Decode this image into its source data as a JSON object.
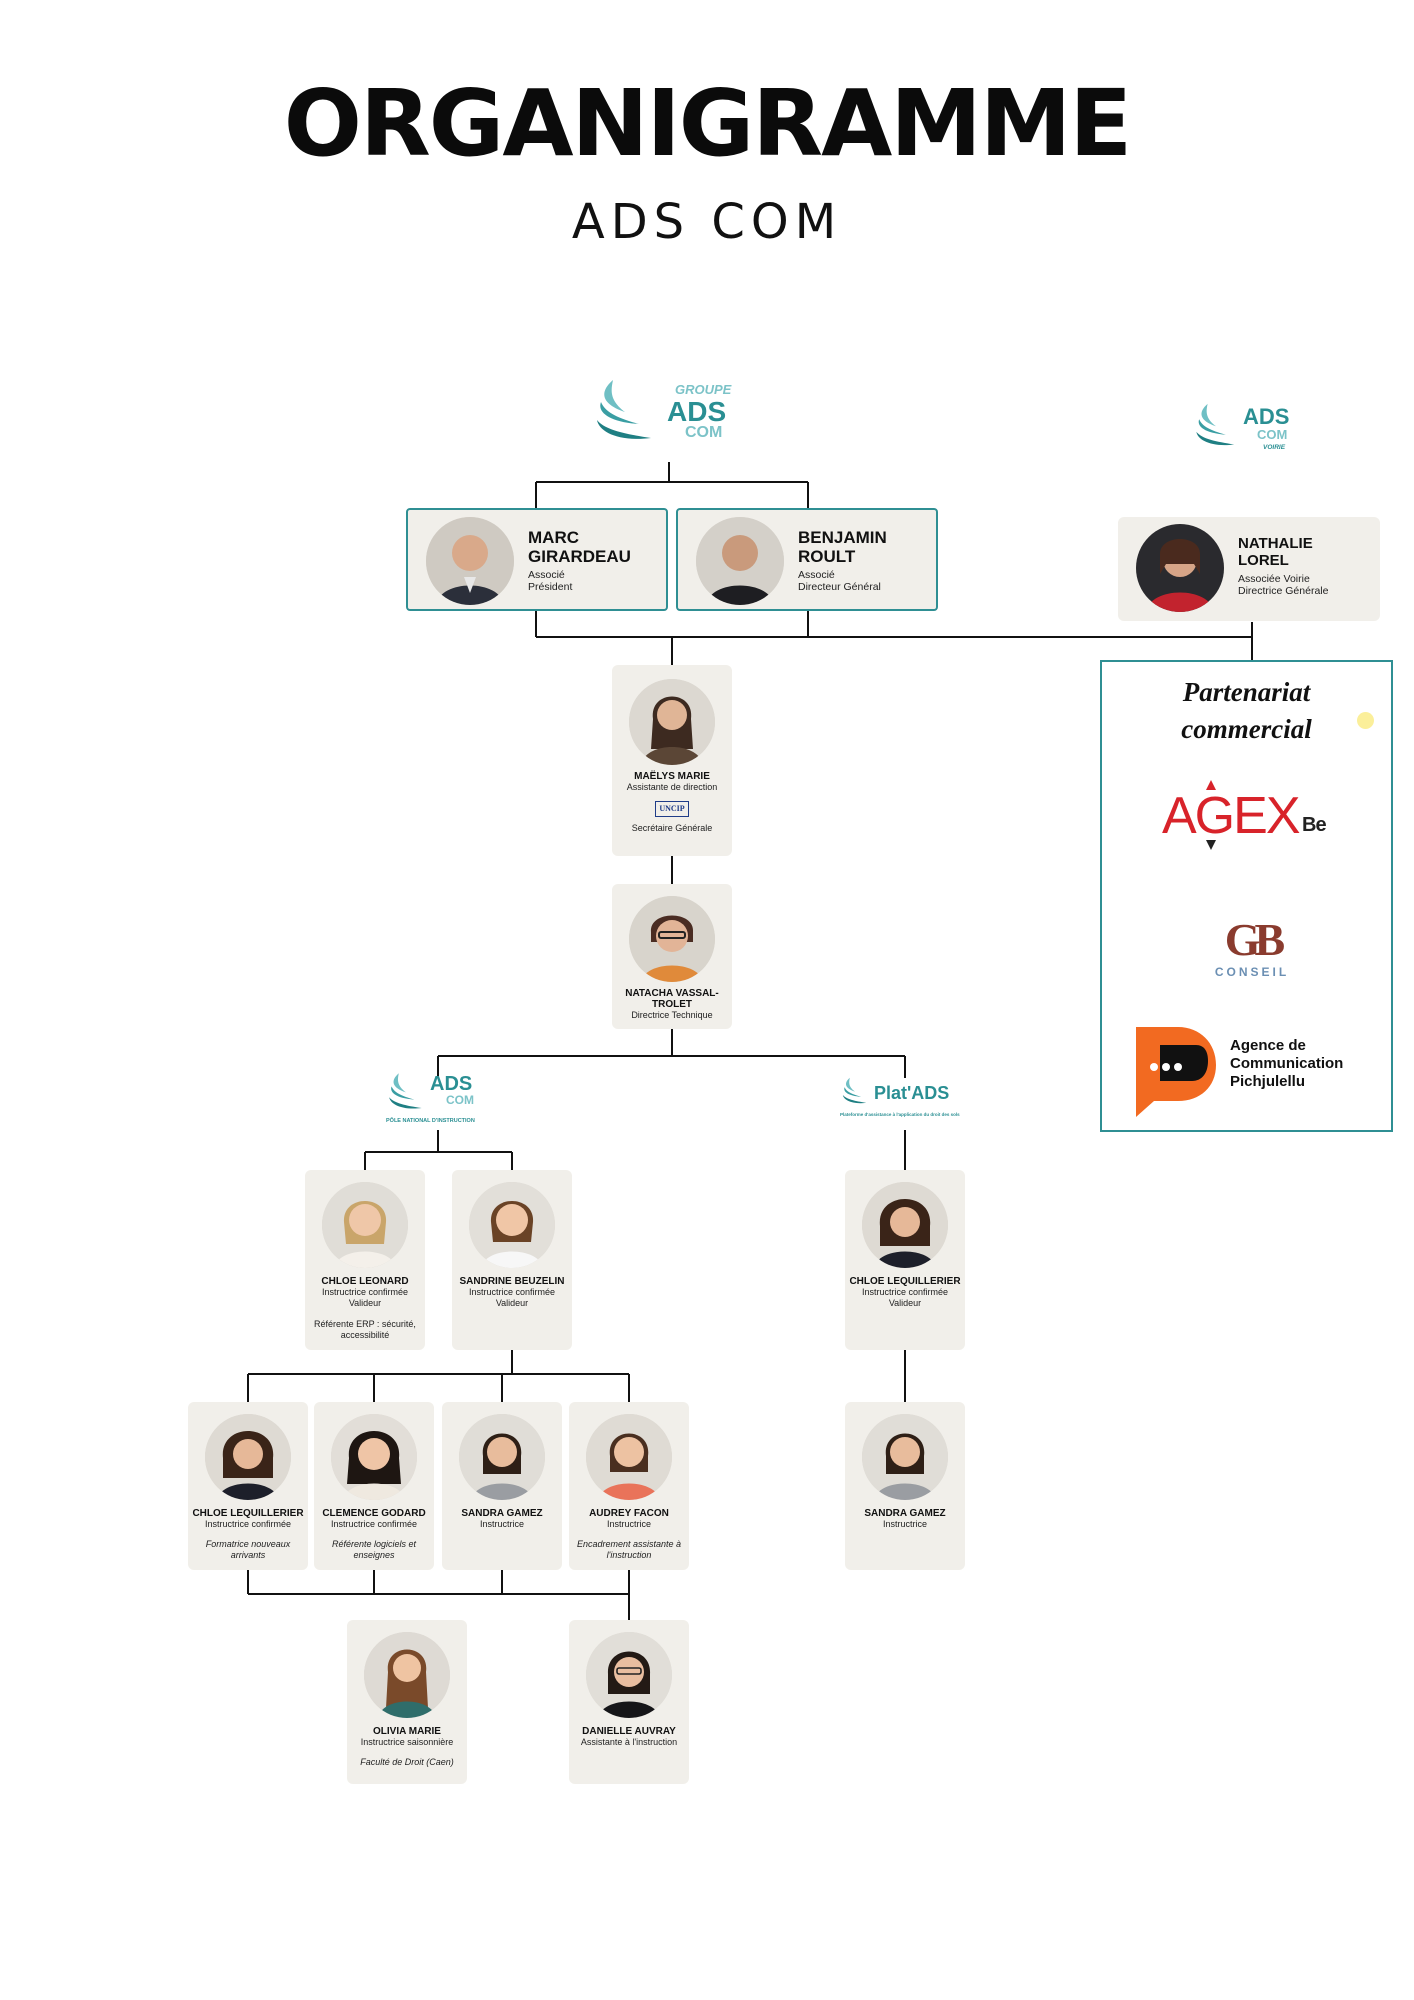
{
  "title": "ORGANIGRAMME",
  "subtitle": "ADS COM",
  "logos": {
    "groupe": {
      "top": "GROUPE",
      "main": "ADS",
      "sub": "COM"
    },
    "voirie": {
      "main": "ADS",
      "sub": "COM",
      "tag": "VOIRIE"
    },
    "pole": {
      "main": "ADS",
      "sub": "COM",
      "tag": "PÔLE NATIONAL D'INSTRUCTION"
    },
    "platads": {
      "main": "Plat'ADS",
      "tag": "Plateforme d'assistance à l'application du droit des sols"
    }
  },
  "leaders": [
    {
      "name": "MARC GIRARDEAU",
      "line1": "MARC",
      "line2": "GIRARDEAU",
      "role1": "Associé",
      "role2": "Président"
    },
    {
      "name": "BENJAMIN ROULT",
      "line1": "BENJAMIN",
      "line2": "ROULT",
      "role1": "Associé",
      "role2": "Directeur Général"
    },
    {
      "name": "NATHALIE LOREL",
      "line1": "NATHALIE",
      "line2": "LOREL",
      "role1": "Associée Voirie",
      "role2": "Directrice Générale"
    }
  ],
  "staff": {
    "maelys": {
      "name": "MAËLYS MARIE",
      "role": "Assistante de direction",
      "badge": "UNCIP",
      "note": "Secrétaire Générale"
    },
    "natacha": {
      "name1": "NATACHA VASSAL-",
      "name2": "TROLET",
      "role": "Directrice Technique"
    },
    "chloe_leonard": {
      "name": "CHLOE LEONARD",
      "role1": "Instructrice confirmée",
      "role2": "Valideur",
      "note1": "Référente ERP : sécurité,",
      "note2": "accessibilité"
    },
    "sandrine": {
      "name": "SANDRINE BEUZELIN",
      "role1": "Instructrice confirmée",
      "role2": "Valideur"
    },
    "chloe_leq_plat": {
      "name": "CHLOE LEQUILLERIER",
      "role1": "Instructrice confirmée",
      "role2": "Valideur"
    },
    "chloe_leq": {
      "name": "CHLOE LEQUILLERIER",
      "role": "Instructrice confirmée",
      "note1": "Formatrice nouveaux",
      "note2": "arrivants"
    },
    "clemence": {
      "name": "CLEMENCE GODARD",
      "role": "Instructrice confirmée",
      "note1": "Référente logiciels et",
      "note2": "enseignes"
    },
    "sandra": {
      "name": "SANDRA GAMEZ",
      "role": "Instructrice"
    },
    "audrey": {
      "name": "AUDREY FACON",
      "role": "Instructrice",
      "note1": "Encadrement assistante à",
      "note2": "l'instruction"
    },
    "sandra_plat": {
      "name": "SANDRA GAMEZ",
      "role": "Instructrice"
    },
    "olivia": {
      "name": "OLIVIA MARIE",
      "role": "Instructrice saisonnière",
      "note": "Faculté de Droit (Caen)"
    },
    "danielle": {
      "name": "DANIELLE AUVRAY",
      "role": "Assistante à l'instruction"
    }
  },
  "partners": {
    "title1": "Partenariat",
    "title2": "commercial",
    "agex": {
      "main": "AGEX",
      "suffix": "Be"
    },
    "gb": {
      "mark": "GB",
      "word": "CONSEIL"
    },
    "agence": {
      "line1": "Agence de",
      "line2": "Communication",
      "line3": "Pichjulellu"
    }
  },
  "colors": {
    "teal": "#2a8f93",
    "card": "#f1efea",
    "agex_red": "#d8232a",
    "gb_brown": "#8a3b2e",
    "orange": "#f26a21"
  }
}
